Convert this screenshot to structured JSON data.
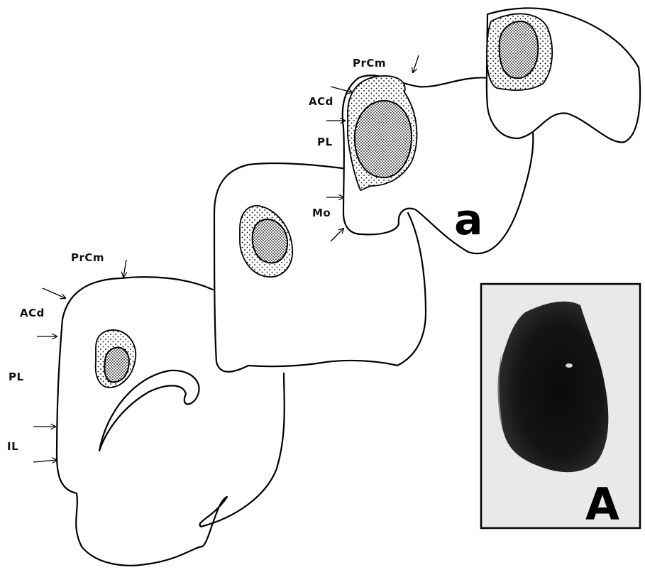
{
  "labels": {
    "prcm": "PrCm",
    "acd": "ACd",
    "pl": "PL",
    "il": "IL",
    "mo": "Mo"
  },
  "panel_small": "a",
  "panel_large": "A"
}
